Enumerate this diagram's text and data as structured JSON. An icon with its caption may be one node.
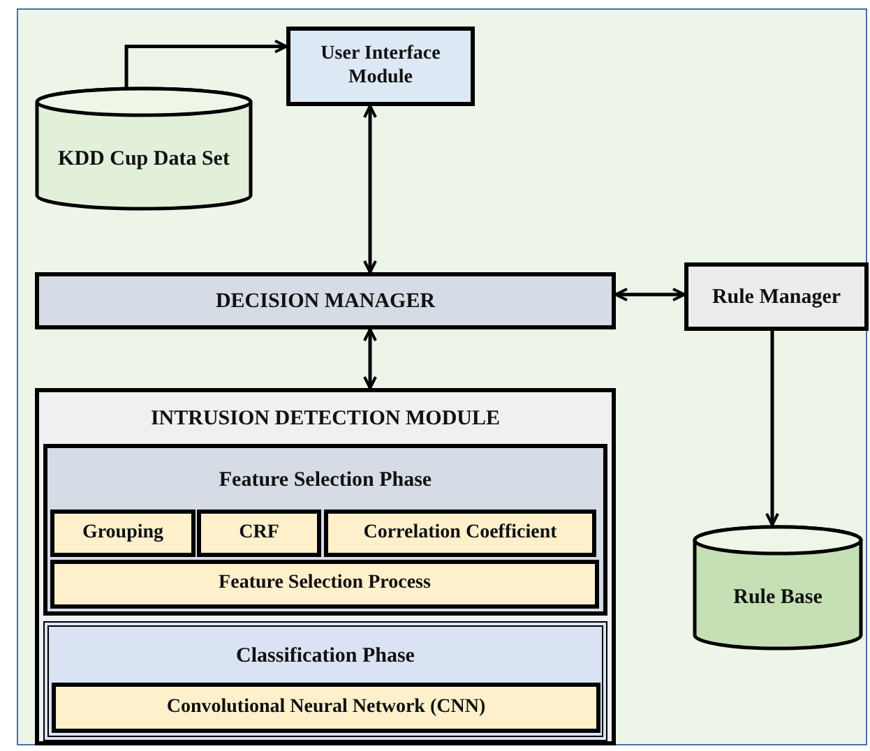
{
  "diagram": {
    "nodes": [
      {
        "text": [
          "KDD Cup Data Set"
        ]
      },
      {
        "text": [
          "User Interface Module"
        ]
      },
      {
        "text": [
          "DECISION MANAGER"
        ]
      },
      {
        "text": [
          "Rule Manager"
        ]
      },
      {
        "text": [
          "Rule Base"
        ]
      },
      {
        "text": [
          "INTRUSION DETECTION MODULE"
        ]
      },
      {
        "text": [
          "Feature Selection Phase"
        ],
        "in": 5
      },
      {
        "text": [
          "Grouping"
        ],
        "in": 6
      },
      {
        "text": [
          "CRF"
        ],
        "in": 6
      },
      {
        "text": [
          "Correlation Coefficient"
        ],
        "in": 6
      },
      {
        "text": [
          "Feature Selection Process"
        ],
        "in": 6
      },
      {
        "text": [
          "Classification Phase"
        ],
        "in": 5
      },
      {
        "text": [
          "Convolutional Neural Network (CNN)"
        ],
        "in": 11
      }
    ],
    "edges": [
      {
        "from": 0,
        "to": 1,
        "arrow": "to"
      },
      {
        "from": 1,
        "to": 2,
        "arrow": "both"
      },
      {
        "from": 2,
        "to": 3,
        "arrow": "both"
      },
      {
        "from": 2,
        "to": 5,
        "arrow": "both"
      },
      {
        "from": 3,
        "to": 4,
        "arrow": "to"
      }
    ]
  }
}
